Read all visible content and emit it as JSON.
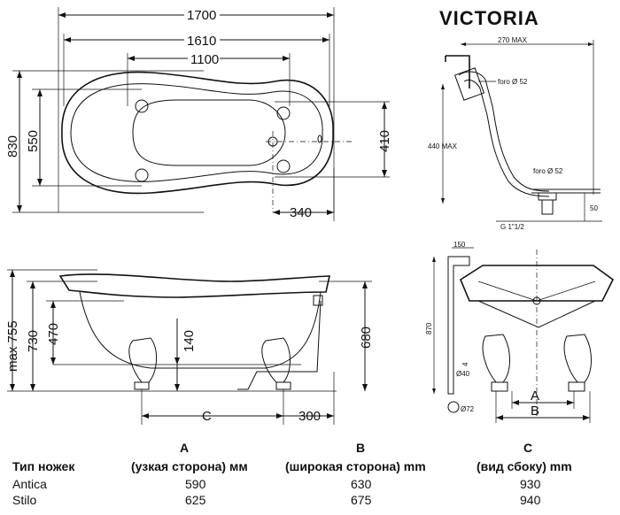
{
  "brand": "VICTORIA",
  "top_view": {
    "overall_length": "1700",
    "outer_inner_length": "1610",
    "inner_length": "1100",
    "overall_width": "830",
    "inner_width": "550",
    "right_width": "410",
    "drain_offset": "340"
  },
  "side_view": {
    "max_height": "max 755",
    "height_rim": "730",
    "interior_depth": "470",
    "drain_height": "140",
    "right_height": "680",
    "foot_spacing_label": "C",
    "right_offset": "300"
  },
  "drain_detail": {
    "max_width": "270 MAX",
    "hole_top": "foro Ø 52",
    "max_height": "440 MAX",
    "hole_bottom": "foro Ø 52",
    "thread": "G 1\"1/2",
    "drop": "50"
  },
  "end_view": {
    "top_dim": "150",
    "height": "870",
    "pipe_dim": "Ø40",
    "base_dim": "Ø72",
    "small_dim": "4",
    "label_a": "A",
    "label_b": "B"
  },
  "table": {
    "columns": [
      {
        "letter": "A",
        "header": "(узкая сторона) мм"
      },
      {
        "letter": "B",
        "header": "(широкая сторона) mm"
      },
      {
        "letter": "C",
        "header": "(вид сбоку) mm"
      }
    ],
    "row_header": "Тип ножек",
    "rows": [
      {
        "name": "Antica",
        "values": [
          "590",
          "630",
          "930"
        ]
      },
      {
        "name": "Stilo",
        "values": [
          "625",
          "675",
          "940"
        ]
      }
    ]
  }
}
